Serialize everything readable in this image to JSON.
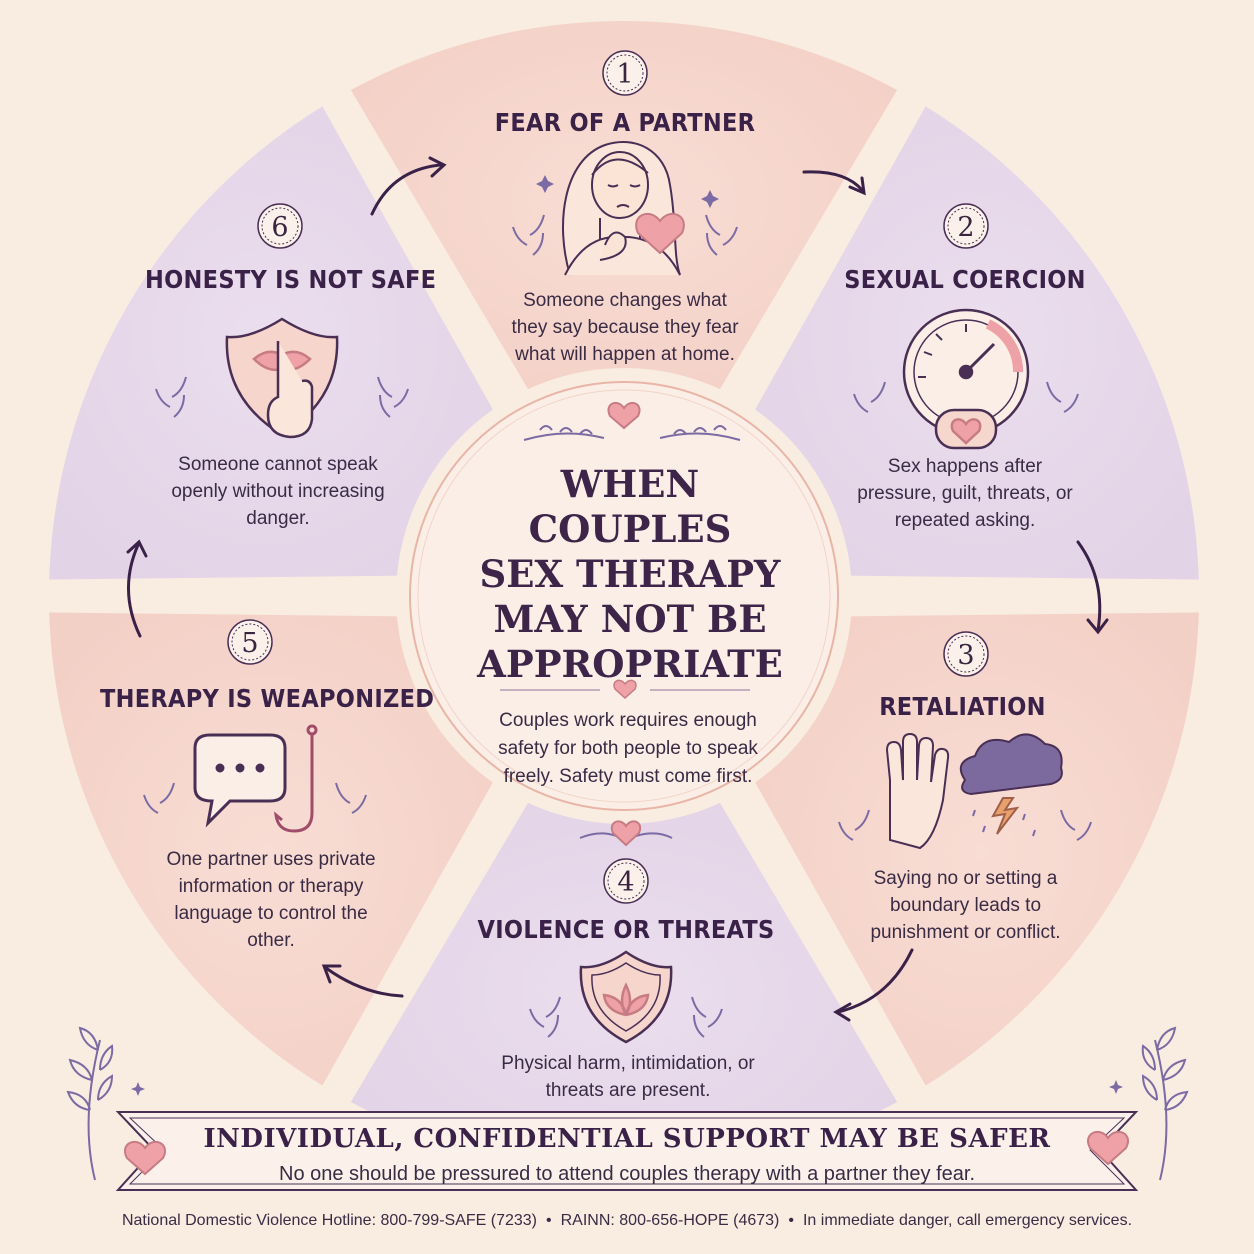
{
  "center": {
    "title_lines": [
      "WHEN",
      "COUPLES",
      "SEX THERAPY",
      "MAY NOT BE",
      "APPROPRIATE"
    ],
    "description": "Couples work requires enough safety for both people to speak freely. Safety must come first."
  },
  "segments": [
    {
      "number": "1",
      "title": "FEAR OF A PARTNER",
      "description": "Someone changes what they say because they fear what will happen at home.",
      "icon": "worried-person-icon"
    },
    {
      "number": "2",
      "title": "SEXUAL COERCION",
      "description": "Sex happens after pressure, guilt, threats, or repeated asking.",
      "icon": "pressure-gauge-icon"
    },
    {
      "number": "3",
      "title": "RETALIATION",
      "description": "Saying no or setting a boundary leads to punishment or conflict.",
      "icon": "hand-storm-icon"
    },
    {
      "number": "4",
      "title": "VIOLENCE OR THREATS",
      "description": "Physical harm, intimidation, or threats are present.",
      "icon": "lotus-shield-icon"
    },
    {
      "number": "5",
      "title": "THERAPY IS WEAPONIZED",
      "description": "One partner uses private information or therapy language to control the other.",
      "icon": "speech-hook-icon"
    },
    {
      "number": "6",
      "title": "HONESTY IS NOT SAFE",
      "description": "Someone cannot speak openly without increasing danger.",
      "icon": "silence-shield-icon"
    }
  ],
  "banner": {
    "title": "INDIVIDUAL, CONFIDENTIAL SUPPORT MAY BE SAFER",
    "subtitle": "No one should be pressured to attend couples therapy with a partner they fear."
  },
  "footer": {
    "items": [
      "National Domestic Violence Hotline: 800-799-SAFE (7233)",
      "RAINN: 800-656-HOPE (4673)",
      "In immediate danger, call emergency services."
    ]
  },
  "colors": {
    "background": "#f9ece1",
    "peach_segment": "#f5d5cc",
    "lavender_segment": "#e6d9ea",
    "ink": "#3a2148",
    "heart": "#eea1a6"
  }
}
